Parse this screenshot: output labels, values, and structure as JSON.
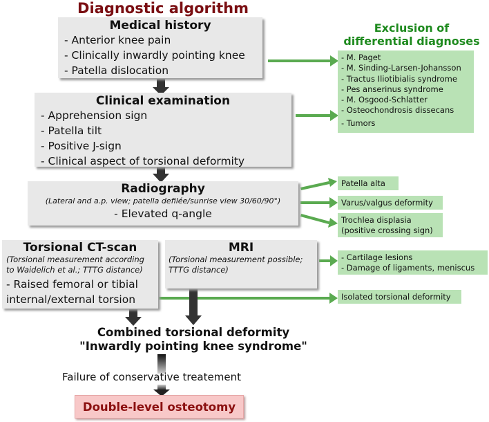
{
  "title": "Diagnostic algorithm",
  "medical_history": {
    "title": "Medical history",
    "items": [
      "- Anterior knee pain",
      "- Clinically inwardly pointing knee",
      "- Patella dislocation"
    ]
  },
  "clinical_exam": {
    "title": "Clinical examination",
    "items": [
      "- Apprehension sign",
      "- Patella tilt",
      "- Positive J-sign",
      "- Clinical aspect of torsional deformity"
    ]
  },
  "radiography": {
    "title": "Radiography",
    "subtitle": "(Lateral and a.p. view; patella defilée/sunrise view 30/60/90°)",
    "item": "- Elevated q-angle"
  },
  "ct_scan": {
    "title": "Torsional CT-scan",
    "sub_lines": [
      "(Torsional measurement according",
      "to Waidelich et al.; TTTG distance)"
    ],
    "items": [
      "- Raised femoral or tibial",
      "internal/external torsion"
    ]
  },
  "mri": {
    "title": "MRI",
    "sub_lines": [
      "(Torsional measurement possible;",
      "TTTG distance)"
    ]
  },
  "exclusion": {
    "heading_lines": [
      "Exclusion of",
      "differential diagnoses"
    ],
    "items": [
      "- M. Paget",
      "- M. Sinding-Larsen-Johansson",
      "- Tractus Iliotibialis syndrome",
      "- Pes anserinus syndrome",
      "- M. Osgood-Schlatter",
      "- Osteochondrosis dissecans",
      "- Tumors"
    ]
  },
  "radiography_findings": {
    "patella_alta": "Patella alta",
    "varus_valgus": "Varus/valgus deformity",
    "trochlea_lines": [
      "Trochlea displasia",
      "(positive crossing sign)"
    ]
  },
  "mri_findings": [
    "- Cartilage lesions",
    "- Damage of ligaments, meniscus"
  ],
  "isolated": "Isolated torsional deformity",
  "combined_lines": [
    "Combined torsional deformity",
    "\"Inwardly pointing knee syndrome\""
  ],
  "failure": "Failure of conservative treatement",
  "final": "Double-level osteotomy",
  "colors": {
    "title": "#7a0e12",
    "green_heading": "#1e8a1e",
    "green_box": "#b9e2b5",
    "green_arrow": "#5aaa50",
    "gray_box": "#e8e8e8",
    "dark_arrow": "#333333",
    "final_box": "#f8c8c8",
    "final_text": "#8b1010"
  }
}
